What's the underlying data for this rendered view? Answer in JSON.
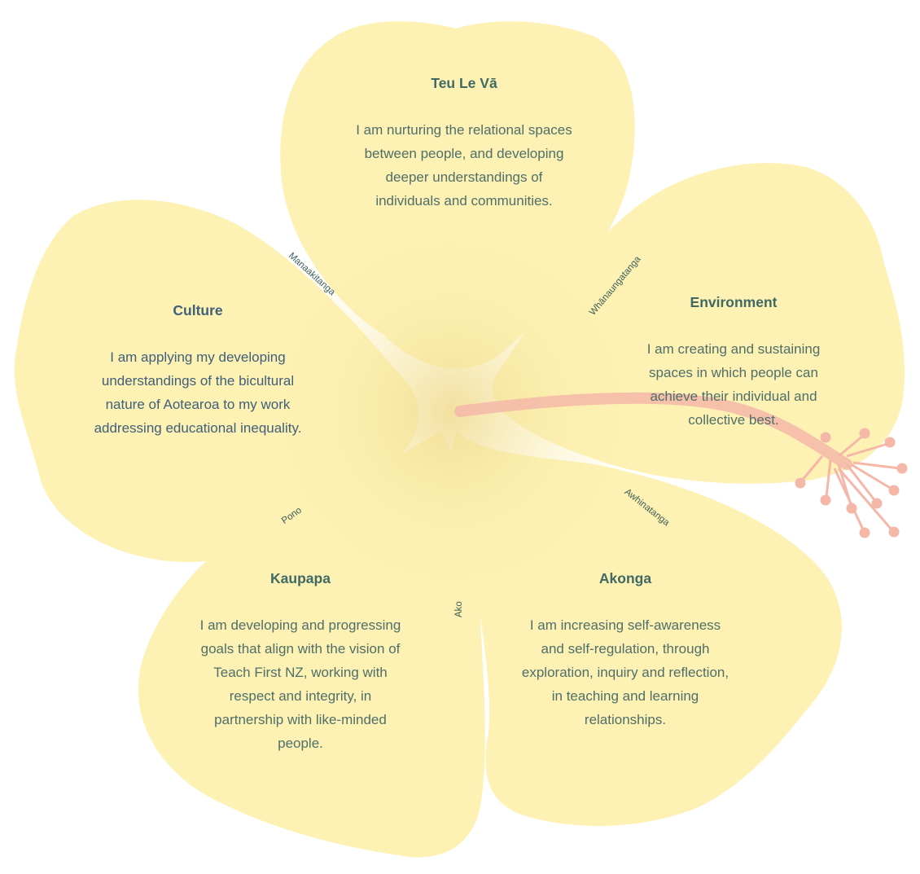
{
  "petals": {
    "teu_le_va": {
      "title": "Teu Le Vā",
      "body": "I am nurturing the relational spaces between people, and developing deeper understandings of individuals and communities."
    },
    "culture": {
      "title": "Culture",
      "body": "I am applying my developing understandings of the bicultural nature of Aotearoa to my work addressing educational inequality."
    },
    "environment": {
      "title": "Environment",
      "body": "I am creating and sustaining spaces in which people can achieve their individual and collective best."
    },
    "kaupapa": {
      "title": "Kaupapa",
      "body": "I am developing and progressing goals that align with the vision of Teach First NZ, working with respect and integrity, in partnership with like-minded people."
    },
    "akonga": {
      "title": "Akonga",
      "body": "I am increasing self-awareness and self-regulation, through exploration, inquiry and reflection, in teaching and learning relationships."
    }
  },
  "values": {
    "manaakitanga": "Manaakitanga",
    "whanaungatanga": "Whānaungatanga",
    "pono": "Pono",
    "awhinatanga": "Awhinatanga",
    "ako": "Ako"
  },
  "colors": {
    "petal": "#fdf1b3",
    "petal_center": "#f7e6a0",
    "stamen": "#f5b7a8",
    "text": "#4f6f6a"
  }
}
